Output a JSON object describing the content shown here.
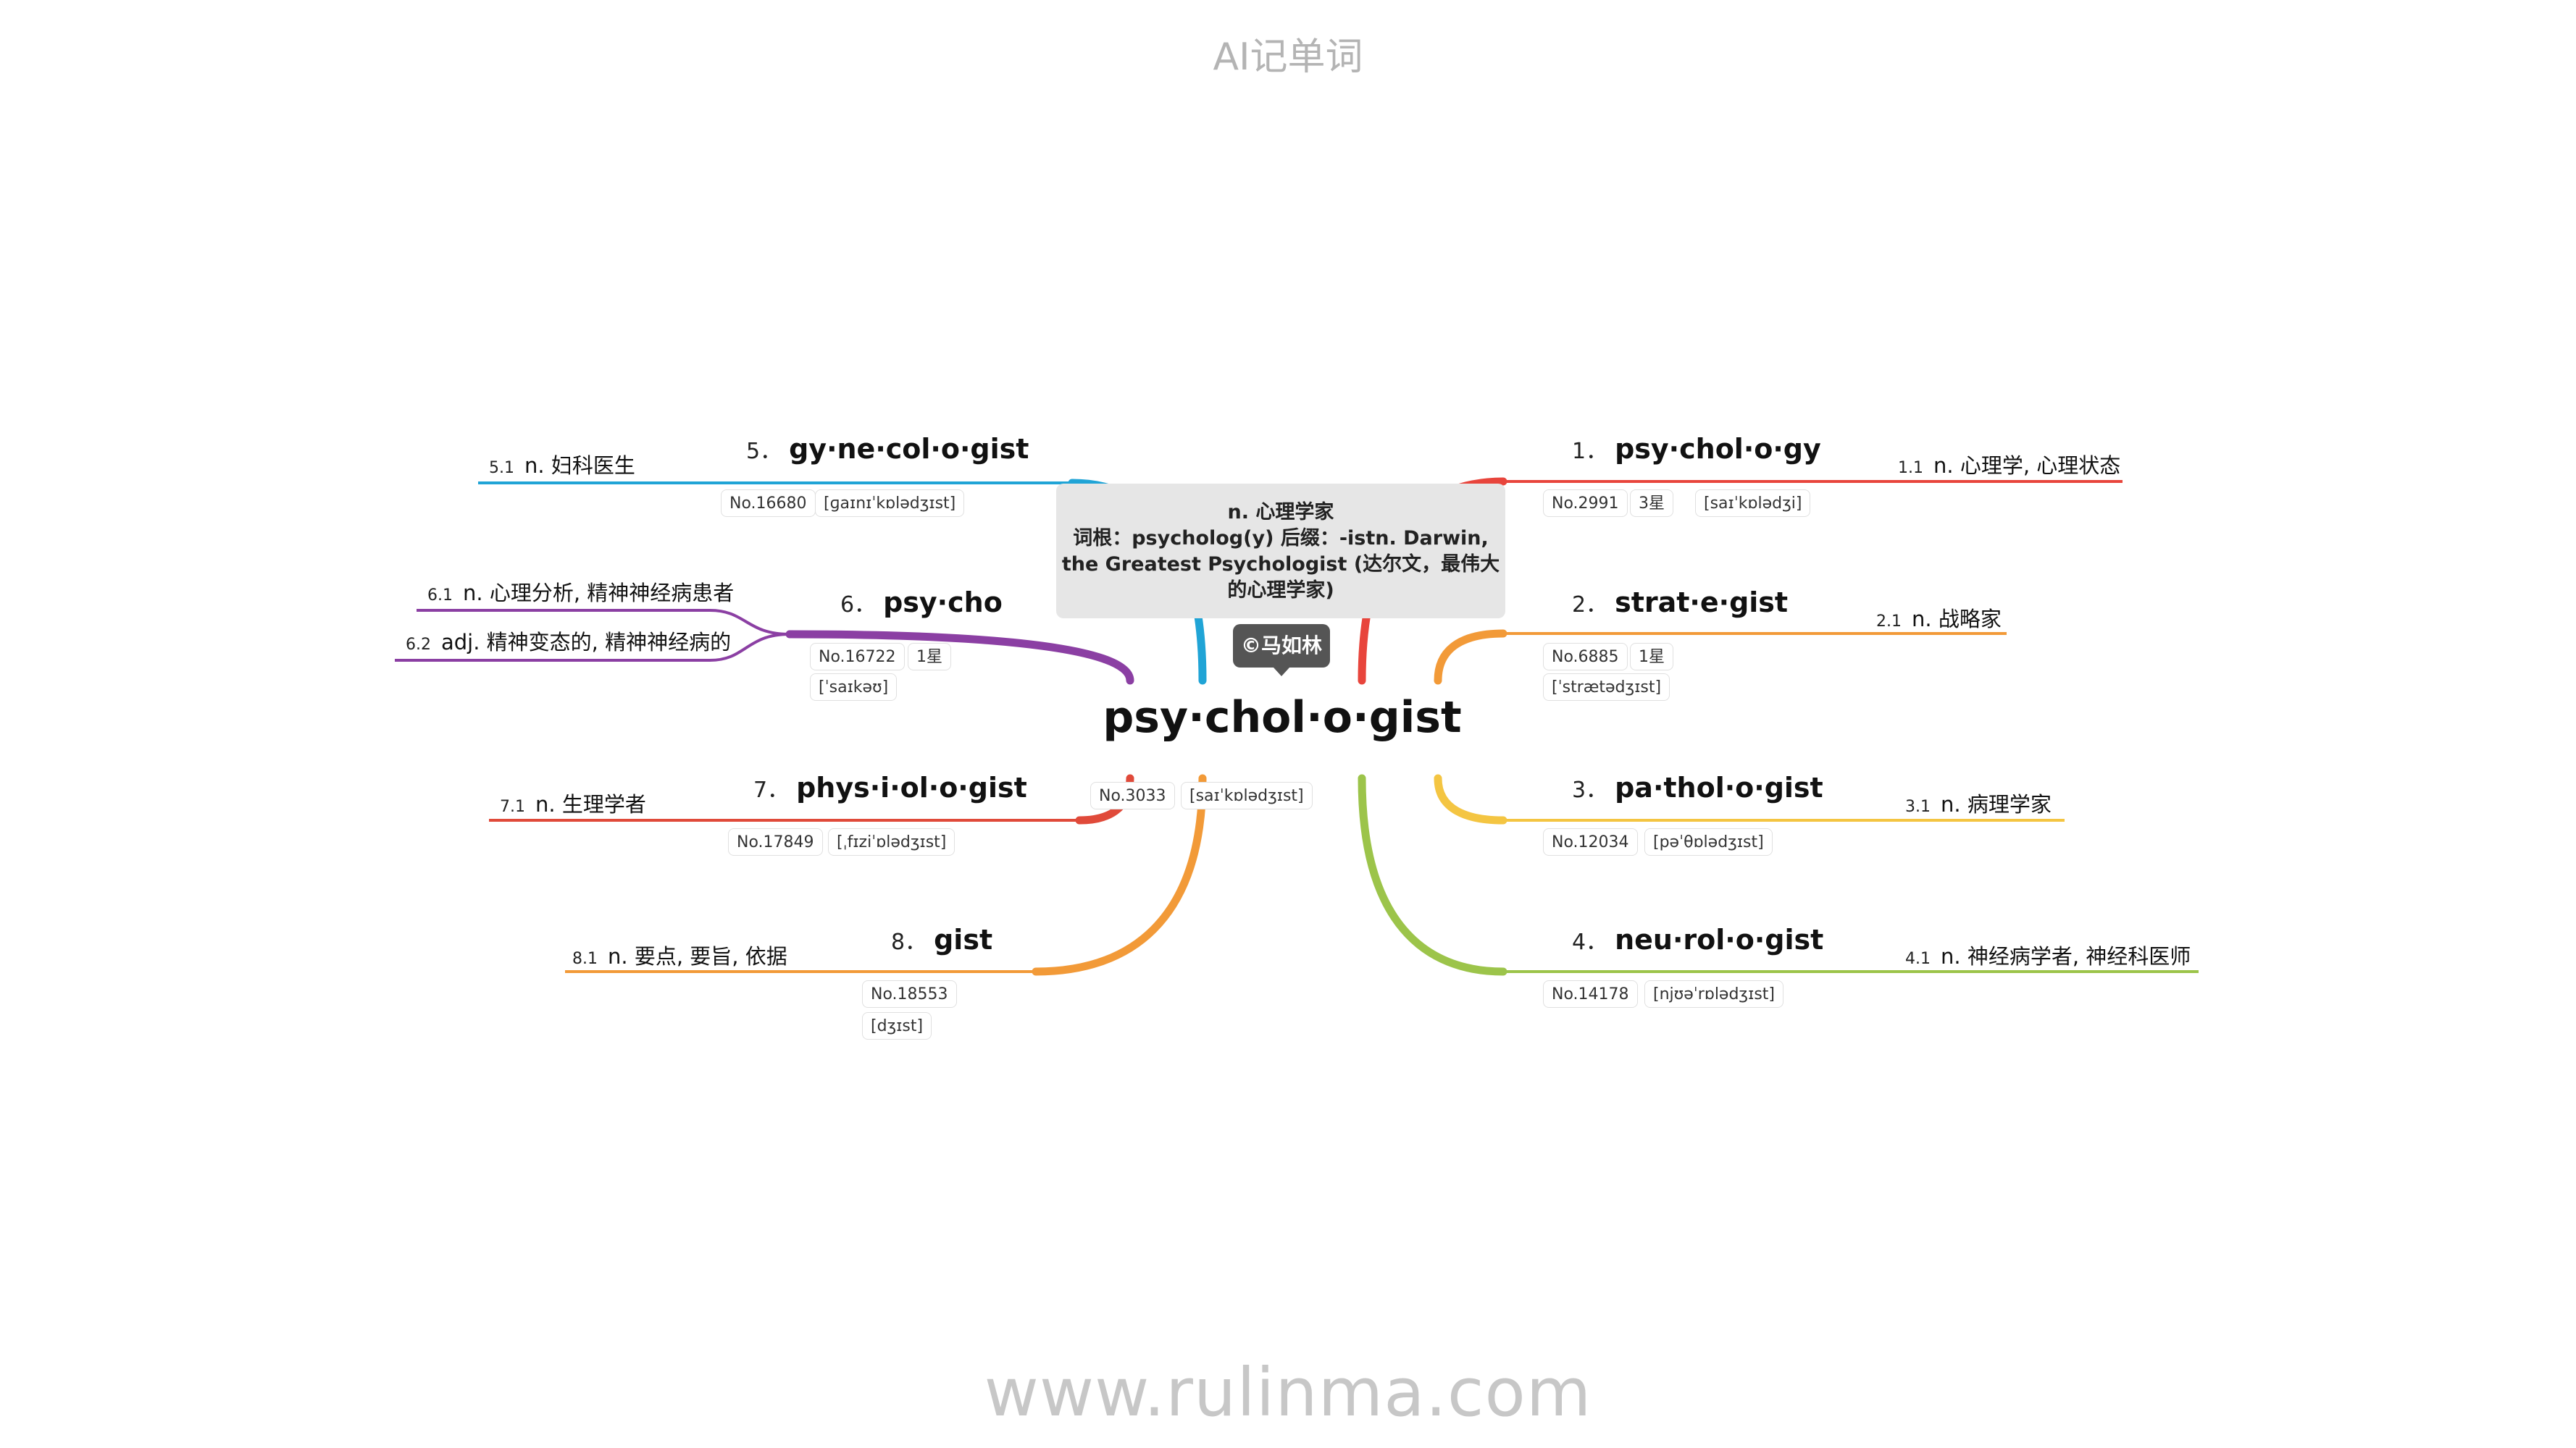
{
  "header": {
    "title": "AI记单词"
  },
  "footer": {
    "url": "www.rulinma.com"
  },
  "root": {
    "word": "psy·chol·o·gist",
    "number": "No.3033",
    "phonetic": "[saɪˈkɒlədʒɪst]",
    "definition_lines": [
      "n. 心理学家",
      "词根：psycholog(y) 后缀：-istn. Darwin,",
      "the Greatest Psychologist (达尔文，最伟大",
      "的心理学家)"
    ],
    "author": "©马如林"
  },
  "branches": [
    {
      "index": "1．",
      "word": "psy·chol·o·gy",
      "color": "#e8453c",
      "tags": [
        "No.2991",
        "3星",
        "[saɪˈkɒlədʒi]"
      ],
      "senses": [
        {
          "id": "1.1",
          "text": "n. 心理学, 心理状态"
        }
      ]
    },
    {
      "index": "2．",
      "word": "strat·e·gist",
      "color": "#f29a38",
      "tags": [
        "No.6885",
        "1星",
        "[ˈstrætədʒɪst]"
      ],
      "senses": [
        {
          "id": "2.1",
          "text": "n. 战略家"
        }
      ]
    },
    {
      "index": "3．",
      "word": "pa·thol·o·gist",
      "color": "#f4c542",
      "tags": [
        "No.12034",
        "[pəˈθɒlədʒɪst]"
      ],
      "senses": [
        {
          "id": "3.1",
          "text": "n. 病理学家"
        }
      ]
    },
    {
      "index": "4．",
      "word": "neu·rol·o·gist",
      "color": "#9cc44a",
      "tags": [
        "No.14178",
        "[njʊəˈrɒlədʒɪst]"
      ],
      "senses": [
        {
          "id": "4.1",
          "text": "n. 神经病学者, 神经科医师"
        }
      ]
    },
    {
      "index": "5．",
      "word": "gy·ne·col·o·gist",
      "color": "#20a4d6",
      "tags": [
        "No.16680",
        "[ɡaɪnɪˈkɒlədʒɪst]"
      ],
      "senses": [
        {
          "id": "5.1",
          "text": "n. 妇科医生"
        }
      ]
    },
    {
      "index": "6．",
      "word": "psy·cho",
      "color": "#8b3fa3",
      "tags": [
        "No.16722",
        "1星",
        "[ˈsaɪkəʊ]"
      ],
      "senses": [
        {
          "id": "6.1",
          "text": "n. 心理分析, 精神神经病患者"
        },
        {
          "id": "6.2",
          "text": "adj. 精神变态的, 精神神经病的"
        }
      ]
    },
    {
      "index": "7．",
      "word": "phys·i·ol·o·gist",
      "color": "#e04a3a",
      "tags": [
        "No.17849",
        "[ˌfɪziˈɒlədʒɪst]"
      ],
      "senses": [
        {
          "id": "7.1",
          "text": "n. 生理学者"
        }
      ]
    },
    {
      "index": "8．",
      "word": "gist",
      "color": "#f29a38",
      "tags": [
        "No.18553",
        "[dʒɪst]"
      ],
      "senses": [
        {
          "id": "8.1",
          "text": "n. 要点, 要旨, 依据"
        }
      ]
    }
  ]
}
